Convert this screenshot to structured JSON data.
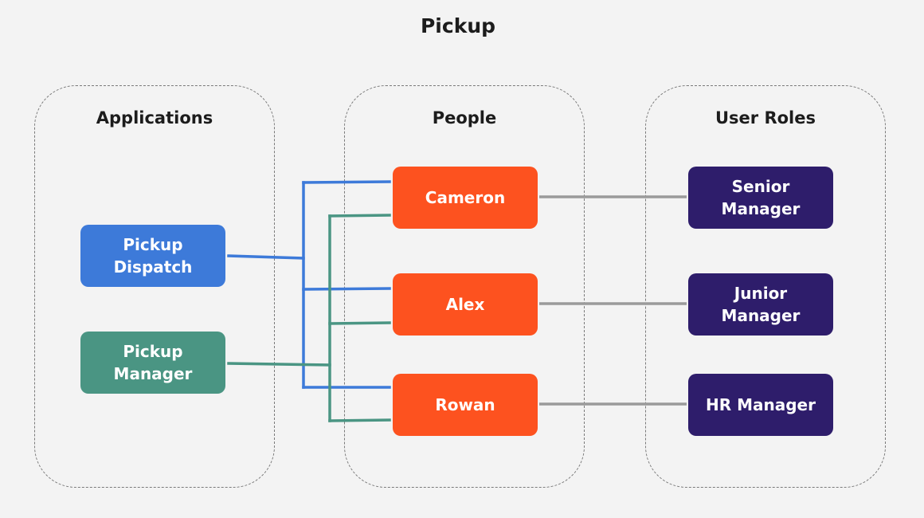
{
  "title": "Pickup",
  "groups": {
    "applications": "Applications",
    "people": "People",
    "roles": "User Roles"
  },
  "applications": [
    {
      "label": "Pickup\nDispatch",
      "color": "#3d7ad9"
    },
    {
      "label": "Pickup\nManager",
      "color": "#4a9583"
    }
  ],
  "people": [
    {
      "label": "Cameron"
    },
    {
      "label": "Alex"
    },
    {
      "label": "Rowan"
    }
  ],
  "roles": [
    {
      "label": "Senior\nManager"
    },
    {
      "label": "Junior\nManager"
    },
    {
      "label": "HR Manager"
    }
  ],
  "colors": {
    "dispatch_link": "#3d7ad9",
    "manager_link": "#4a9583",
    "role_link": "#9a9a9a",
    "person_fill": "#fd521f",
    "role_fill": "#2e1d6b"
  }
}
